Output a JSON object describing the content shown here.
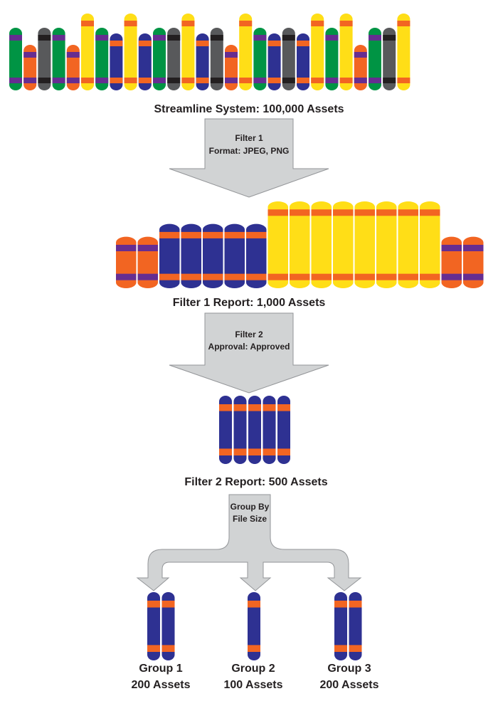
{
  "colors": {
    "blue": "#2e3192",
    "orange": "#f26522",
    "purple": "#662d91",
    "yellow": "#ffde17",
    "green": "#009444",
    "gray": "#58595b",
    "black": "#231f20",
    "arrow_fill": "#d1d3d4",
    "arrow_stroke": "#939598"
  },
  "stages": {
    "source": {
      "label": "Streamline System: 100,000 Assets",
      "asset_types": [
        "green",
        "orange",
        "gray",
        "green",
        "orange",
        "yellow",
        "green",
        "blue",
        "yellow",
        "blue",
        "green",
        "gray",
        "yellow",
        "blue",
        "gray",
        "orange",
        "yellow",
        "green",
        "blue",
        "gray",
        "blue",
        "yellow",
        "green",
        "yellow",
        "orange",
        "green",
        "gray",
        "yellow"
      ]
    },
    "filter1": {
      "arrow_title": "Filter 1",
      "arrow_detail": "Format: JPEG, PNG"
    },
    "filter1_report": {
      "label": "Filter 1 Report: 1,000 Assets",
      "asset_types": [
        "orange",
        "orange",
        "blue",
        "blue",
        "blue",
        "blue",
        "blue",
        "yellow",
        "yellow",
        "yellow",
        "yellow",
        "yellow",
        "yellow",
        "yellow",
        "yellow",
        "orange",
        "orange"
      ]
    },
    "filter2": {
      "arrow_title": "Filter 2",
      "arrow_detail": "Approval: Approved"
    },
    "filter2_report": {
      "label": "Filter 2 Report: 500 Assets",
      "asset_types": [
        "blue",
        "blue",
        "blue",
        "blue",
        "blue"
      ]
    },
    "grouping": {
      "arrow_title": "Group By",
      "arrow_detail": "File Size"
    },
    "groups": [
      {
        "name": "Group 1",
        "count": "200 Assets",
        "asset_types": [
          "blue",
          "blue"
        ]
      },
      {
        "name": "Group 2",
        "count": "100 Assets",
        "asset_types": [
          "blue"
        ]
      },
      {
        "name": "Group 3",
        "count": "200 Assets",
        "asset_types": [
          "blue",
          "blue"
        ]
      }
    ]
  }
}
